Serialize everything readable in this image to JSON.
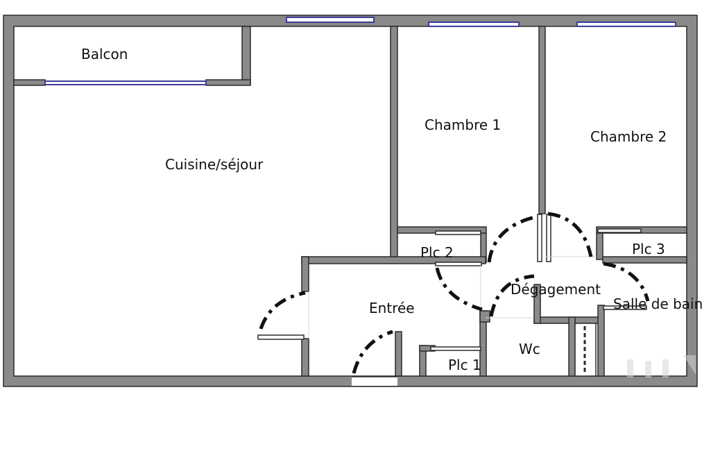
{
  "rooms": {
    "balcon": "Balcon",
    "cuisine_sejour": "Cuisine/séjour",
    "chambre_1": "Chambre 1",
    "chambre_2": "Chambre 2",
    "plc_2": "Plc 2",
    "plc_3": "Plc 3",
    "degagement": "Dégagement",
    "salle_de_bain": "Salle de bain",
    "entree": "Entrée",
    "wc": "Wc",
    "plc_1": "Plc 1"
  },
  "colors": {
    "wall_fill": "#8a8a8a",
    "wall_outline": "#2b2b2b",
    "window_glass": "#3b3b9a",
    "door_swing": "#111111"
  }
}
